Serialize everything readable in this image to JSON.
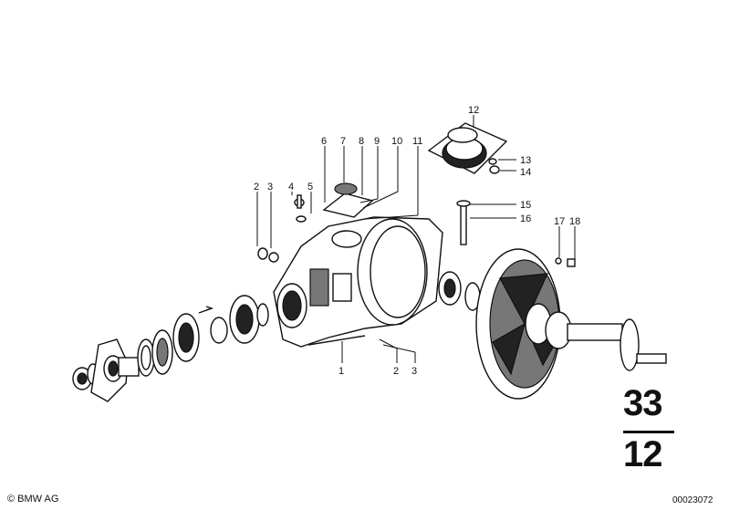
{
  "callouts": [
    {
      "id": "1",
      "label": "1"
    },
    {
      "id": "2a",
      "label": "2"
    },
    {
      "id": "3a",
      "label": "3"
    },
    {
      "id": "4",
      "label": "4"
    },
    {
      "id": "5",
      "label": "5"
    },
    {
      "id": "6",
      "label": "6"
    },
    {
      "id": "7",
      "label": "7"
    },
    {
      "id": "8",
      "label": "8"
    },
    {
      "id": "9",
      "label": "9"
    },
    {
      "id": "10",
      "label": "10"
    },
    {
      "id": "11",
      "label": "11"
    },
    {
      "id": "12",
      "label": "12"
    },
    {
      "id": "13",
      "label": "13"
    },
    {
      "id": "14",
      "label": "14"
    },
    {
      "id": "15",
      "label": "15"
    },
    {
      "id": "16",
      "label": "16"
    },
    {
      "id": "17",
      "label": "17"
    },
    {
      "id": "18",
      "label": "18"
    },
    {
      "id": "2b",
      "label": "2"
    },
    {
      "id": "3b",
      "label": "3"
    }
  ],
  "group": {
    "major": "33",
    "minor": "12"
  },
  "footer": {
    "copyright": "© BMW AG",
    "image_number": "00023072"
  }
}
